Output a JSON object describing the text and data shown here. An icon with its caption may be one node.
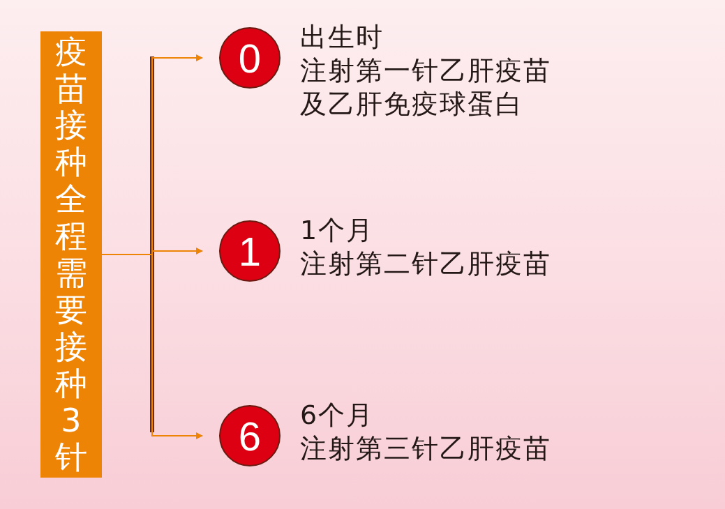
{
  "diagram": {
    "nodes": [
      {
        "text": [
          "疫苗接种全程需要接种3针"
        ]
      },
      {
        "text": [
          "0"
        ],
        "beside": [
          "出生时",
          "注射第一针乙肝疫苗",
          "及乙肝免疫球蛋白"
        ]
      },
      {
        "text": [
          "1"
        ],
        "beside": [
          "1个月",
          "注射第二针乙肝疫苗"
        ]
      },
      {
        "text": [
          "6"
        ],
        "beside": [
          "6个月",
          "注射第三针乙肝疫苗"
        ]
      }
    ],
    "edges": [
      {
        "from": 0,
        "to": 1,
        "arrow": "to"
      },
      {
        "from": 0,
        "to": 2,
        "arrow": "to"
      },
      {
        "from": 0,
        "to": 3,
        "arrow": "to"
      }
    ]
  }
}
